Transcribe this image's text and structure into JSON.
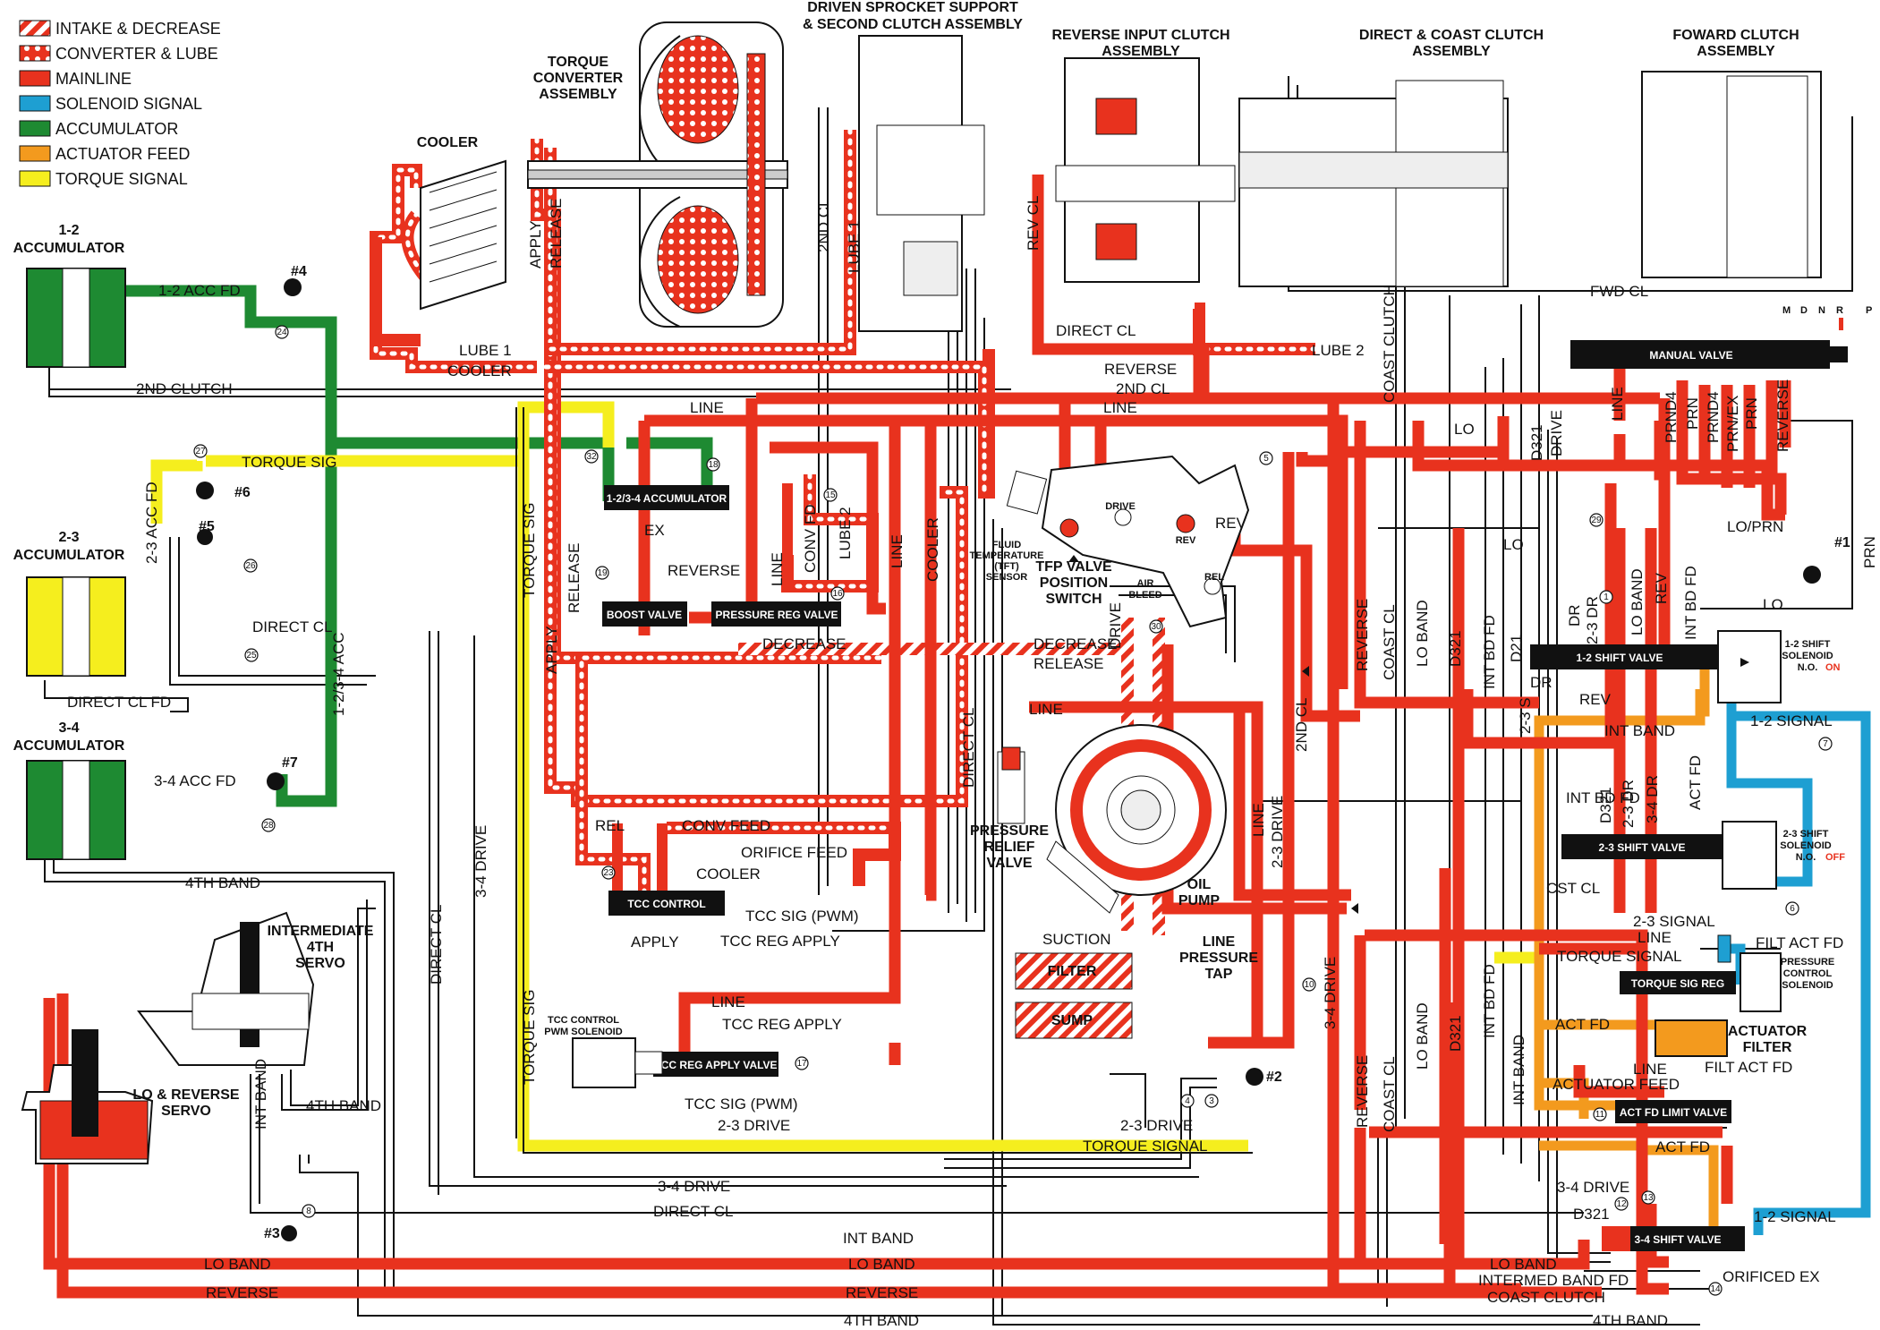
{
  "legend": [
    {
      "label": "INTAKE & DECREASE",
      "color": "#e8321e",
      "pattern": "hatch"
    },
    {
      "label": "CONVERTER & LUBE",
      "color": "#e8321e",
      "pattern": "dots"
    },
    {
      "label": "MAINLINE",
      "color": "#e8321e",
      "pattern": "solid"
    },
    {
      "label": "SOLENOID SIGNAL",
      "color": "#1e9fd2",
      "pattern": "solid"
    },
    {
      "label": "ACCUMULATOR",
      "color": "#1e8a32",
      "pattern": "solid"
    },
    {
      "label": "ACTUATOR FEED",
      "color": "#f39a1e",
      "pattern": "solid"
    },
    {
      "label": "TORQUE SIGNAL",
      "color": "#f5ee1e",
      "pattern": "solid"
    }
  ],
  "components": {
    "torque_converter": "TORQUE\nCONVERTER\nASSEMBLY",
    "driven_sprocket": "DRIVEN SPROCKET SUPPORT\n& SECOND CLUTCH ASSEMBLY",
    "reverse_input": "REVERSE INPUT CLUTCH\nASSEMBLY",
    "direct_coast": "DIRECT & COAST CLUTCH\nASSEMBLY",
    "forward_clutch": "FOWARD CLUTCH\nASSEMBLY",
    "cooler": "COOLER",
    "acc_12": "1-2\nACCUMULATOR",
    "acc_23": "2-3\nACCUMULATOR",
    "acc_34": "3-4\nACCUMULATOR",
    "int_servo": "INTERMEDIATE\n4TH\nSERVO",
    "lo_rev_servo": "LO & REVERSE\nSERVO",
    "tfp_switch": "TFP VALVE\nPOSITION\nSWITCH",
    "tft_sensor": "FLUID\nTEMPERATURE\n(TFT)\nSENSOR",
    "pressure_relief": "PRESSURE\nRELIEF\nVALVE",
    "oil_pump": "OIL\nPUMP",
    "line_tap": "LINE\nPRESSURE\nTAP",
    "filter": "FILTER",
    "sump": "SUMP",
    "suction": "SUCTION",
    "air_bleed": "AIR\nBLEED",
    "tcc_pwm_sol": "TCC CONTROL\nPWM SOLENOID",
    "pcs": "PRESSURE\nCONTROL\nSOLENOID",
    "actuator_filter": "ACTUATOR\nFILTER",
    "sol_12": "1-2 SHIFT\nSOLENOID\nN.O.",
    "sol_12_state": "ON",
    "sol_23": "2-3 SHIFT\nSOLENOID\nN.O.",
    "sol_23_state": "OFF"
  },
  "valves": {
    "manual": "MANUAL VALVE",
    "acc_1234": "1-2/3-4 ACCUMULATOR",
    "boost": "BOOST VALVE",
    "pressure_reg": "PRESSURE REG VALVE",
    "tcc_control": "TCC CONTROL",
    "tcc_reg_apply": "TCC REG APPLY VALVE",
    "shift_12": "1-2 SHIFT VALVE",
    "shift_23": "2-3 SHIFT VALVE",
    "shift_34": "3-4 SHIFT VALVE",
    "torque_sig_reg": "TORQUE SIG REG",
    "act_fd_limit": "ACT FD LIMIT VALVE"
  },
  "gear_selector": [
    "M",
    "D",
    "N",
    "R",
    "P"
  ],
  "checkballs": [
    "#1",
    "#2",
    "#3",
    "#4",
    "#5",
    "#6",
    "#7"
  ],
  "orifices": [
    "1",
    "3",
    "4",
    "5",
    "6",
    "7",
    "8",
    "10",
    "11",
    "12",
    "13",
    "14",
    "15",
    "16",
    "17",
    "18",
    "19",
    "23",
    "24",
    "25",
    "26",
    "27",
    "28",
    "29",
    "30",
    "32"
  ],
  "passages": {
    "acc_12_fd": "1-2 ACC FD",
    "second_clutch": "2ND CLUTCH",
    "torque_sig": "TORQUE SIG",
    "acc_23_fd": "2-3 ACC FD",
    "direct_cl": "DIRECT CL",
    "direct_cl_fd": "DIRECT CL FD",
    "acc_1234": "1-2/3-4 ACC",
    "acc_34_fd": "3-4 ACC FD",
    "fourth_band": "4TH BAND",
    "int_band": "INT BAND",
    "lo_band": "LO BAND",
    "reverse": "REVERSE",
    "lube1": "LUBE 1",
    "lube2": "LUBE 2",
    "cooler": "COOLER",
    "apply": "APPLY",
    "release": "RELEASE",
    "line": "LINE",
    "ex": "EX",
    "conv_fd": "CONV FD",
    "decrease": "DECREASE",
    "rel": "REL",
    "conv_feed": "CONV FEED",
    "orifice_feed": "ORIFICE FEED",
    "tcc_sig_pwm": "TCC SIG (PWM)",
    "tcc_reg_apply": "TCC REG APPLY",
    "drive_34": "3-4 DRIVE",
    "drive_23": "2-3 DRIVE",
    "torque_signal": "TORQUE SIGNAL",
    "rev_cl": "REV CL",
    "cl_2nd": "2ND CL",
    "fwd_cl": "FWD CL",
    "coast_clutch": "COAST CLUTCH",
    "lo": "LO",
    "lo_prn": "LO/PRN",
    "d321": "D321",
    "drive": "DRIVE",
    "prnd4": "PRND4",
    "prn": "PRN",
    "prn_ex": "PRN/EX",
    "rev": "REV",
    "int_bd_fd": "INT BD FD",
    "d21": "D21",
    "coast_cl": "COAST CL",
    "dr": "DR",
    "dr_23": "2-3 DR",
    "dr_34": "3-4 DR",
    "lo_band_short": "LO BAND",
    "signal_12": "1-2 SIGNAL",
    "signal_23": "2-3 SIGNAL",
    "s_23": "2-3 S",
    "act_fd": "ACT FD",
    "filt_act_fd": "FILT ACT FD",
    "actuator_feed": "ACTUATOR FEED",
    "intermed_band_fd": "INTERMED BAND FD",
    "orifice_ex": "ORIFICED EX",
    "cst_cl": "CST CL",
    "fourth_band_b": "4TH BAND",
    "fluid_drive": "DRIVE"
  }
}
